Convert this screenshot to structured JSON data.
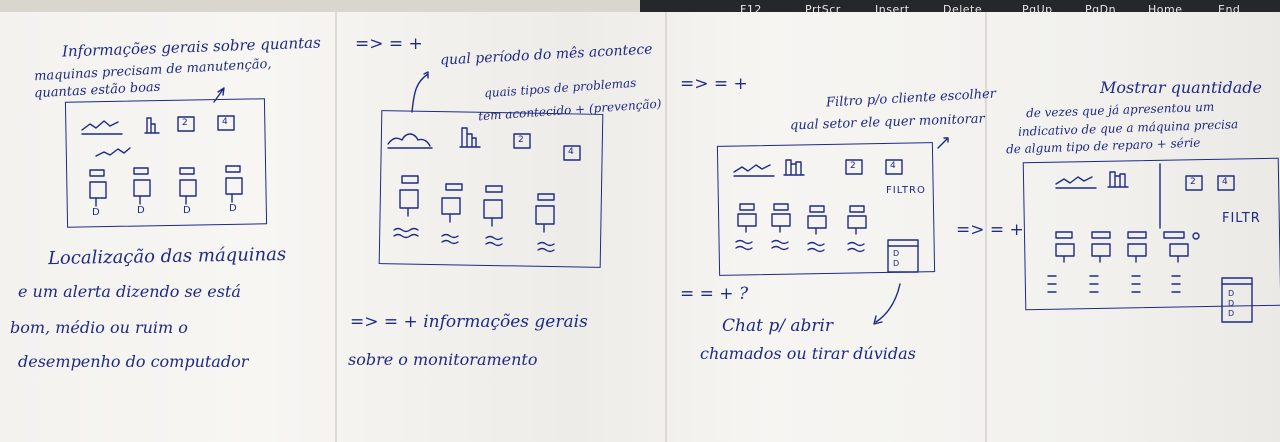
{
  "keyboard": {
    "keys": [
      "F12",
      "PrtScr",
      "Insert",
      "Delete",
      "PgUp",
      "PgDn",
      "Home",
      "End"
    ]
  },
  "panel1": {
    "note_top_1": "Informações gerais sobre quantas",
    "note_top_2": "maquinas precisam de manutenção,",
    "note_top_3": "quantas estão boas",
    "arrow": "=> = +",
    "note_bottom_1": "Localização das máquinas",
    "note_bottom_2": "e um alerta dizendo se está",
    "note_bottom_3": "bom, médio ou ruim o",
    "note_bottom_4": "desempenho do computador"
  },
  "panel2": {
    "note_top_1": "qual período do mês acontece",
    "note_top_2": "quais tipos de problemas",
    "note_top_3": "tem acontecido + (prevenção)",
    "arrow_bottom": "=> = + informações gerais",
    "note_bottom": "sobre o monitoramento",
    "arrow_right": "=> = +"
  },
  "panel3": {
    "note_top_1": "Filtro p/o cliente escolher",
    "note_top_2": "qual setor ele quer monitorar",
    "filter_label": "FILTRO",
    "arrow_right": "=> = +",
    "arrow_below": "= = + ?",
    "note_bottom_1": "Chat p/ abrir",
    "note_bottom_2": "chamados ou tirar dúvidas"
  },
  "panel4": {
    "note_top_1": "Mostrar quantidade",
    "note_top_2": "de vezes que já apresentou um",
    "note_top_3": "indicativo de que a máquina precisa",
    "note_top_4": "de algum tipo de reparo + série",
    "filter_label": "FILTR"
  },
  "widgets": {
    "stat_1": "2",
    "stat_2": "4",
    "machine_mark": "D"
  }
}
